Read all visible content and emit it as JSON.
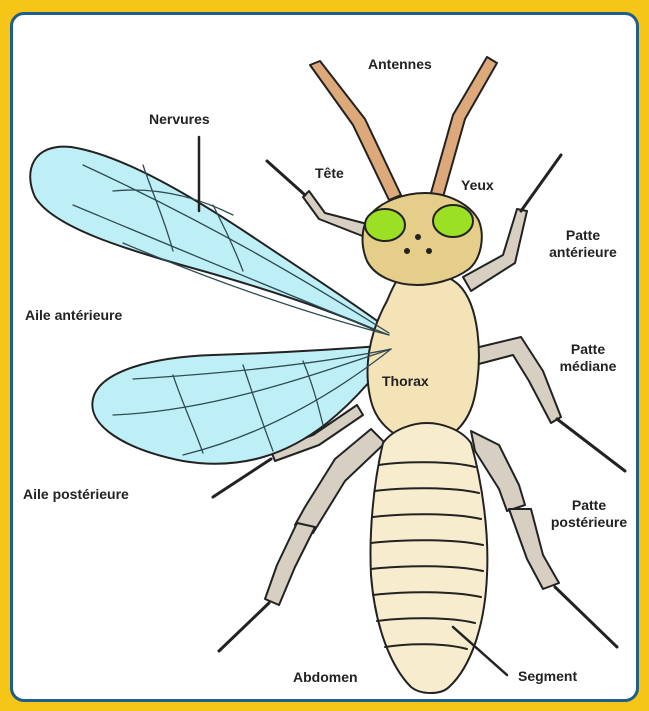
{
  "colors": {
    "background": "#f5c518",
    "frame_border": "#1f5d8a",
    "wing": "#bfeff6",
    "head": "#e5cd8a",
    "thorax": "#f3e3b6",
    "abdomen": "#f7eccd",
    "legs": "#d7d0c2",
    "eyes": "#9be025",
    "antenna": "#dda97a"
  },
  "labels": {
    "antennes": "Antennes",
    "nervures": "Nervures",
    "tete": "Tête",
    "yeux": "Yeux",
    "patte_anterieure_1": "Patte",
    "patte_anterieure_2": "antérieure",
    "aile_anterieure": "Aile antérieure",
    "patte_mediane_1": "Patte",
    "patte_mediane_2": "médiane",
    "thorax": "Thorax",
    "aile_posterieure": "Aile postérieure",
    "patte_posterieure_1": "Patte",
    "patte_posterieure_2": "postérieure",
    "abdomen": "Abdomen",
    "segment": "Segment"
  }
}
